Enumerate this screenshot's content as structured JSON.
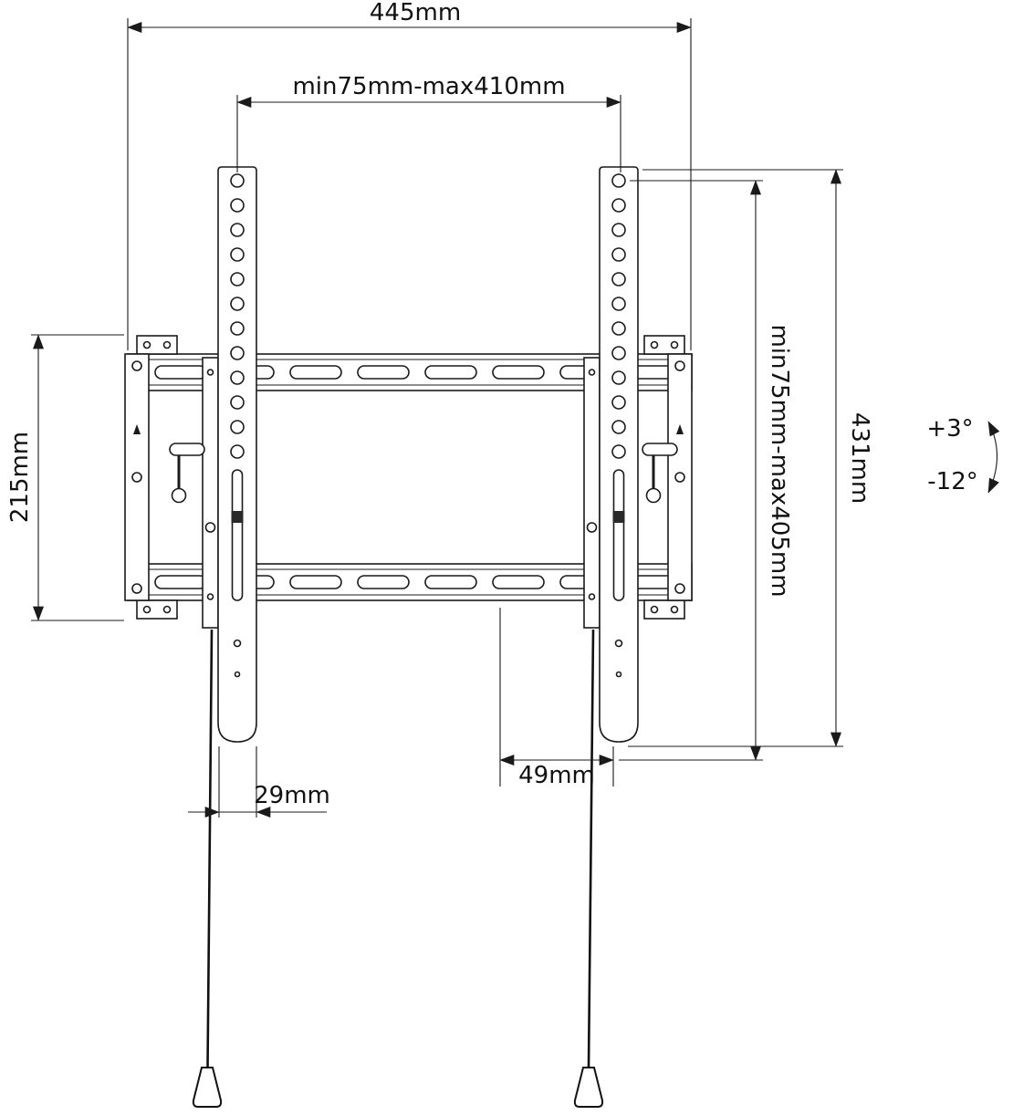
{
  "diagram": {
    "colors": {
      "line": "#1a1a1a",
      "background": "#ffffff",
      "string": "#111111"
    },
    "dimensions": {
      "total_width": "445mm",
      "horizontal_hole_range": "min75mm-max410mm",
      "vertical_hole_range": "min75mm-max405mm",
      "bracket_height": "431mm",
      "plate_height": "215mm",
      "bottom_offset": "49mm",
      "arm_width": "29mm"
    },
    "tilt": {
      "up": "+3°",
      "down": "-12°"
    }
  }
}
